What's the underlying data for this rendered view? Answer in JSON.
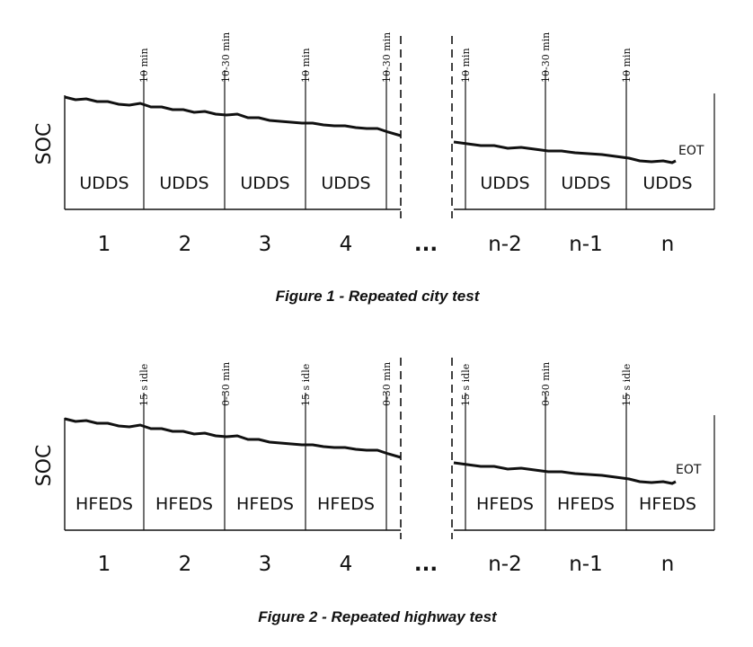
{
  "figures": [
    {
      "caption": "Figure 1 - Repeated city test",
      "y_label": "SOC",
      "cycle_label": "UDDS",
      "end_label": "EOT",
      "ellipsis": "...",
      "segment_numbers": [
        "1",
        "2",
        "3",
        "4",
        "n-2",
        "n-1",
        "n"
      ],
      "divider_annotations": [
        "10 min",
        "10-30 min",
        "10 min",
        "10-30 min",
        "10 min",
        "10-30 min",
        "10 min"
      ]
    },
    {
      "caption": "Figure 2 - Repeated highway test",
      "y_label": "SOC",
      "cycle_label": "HFEDS",
      "end_label": "EOT",
      "ellipsis": "...",
      "segment_numbers": [
        "1",
        "2",
        "3",
        "4",
        "n-2",
        "n-1",
        "n"
      ],
      "divider_annotations": [
        "15 s idle",
        "0-30 min",
        "15 s idle",
        "0-30 min",
        "15 s idle",
        "0-30 min",
        "15 s idle"
      ]
    }
  ],
  "colors": {
    "ink": "#111111",
    "background": "#ffffff"
  }
}
